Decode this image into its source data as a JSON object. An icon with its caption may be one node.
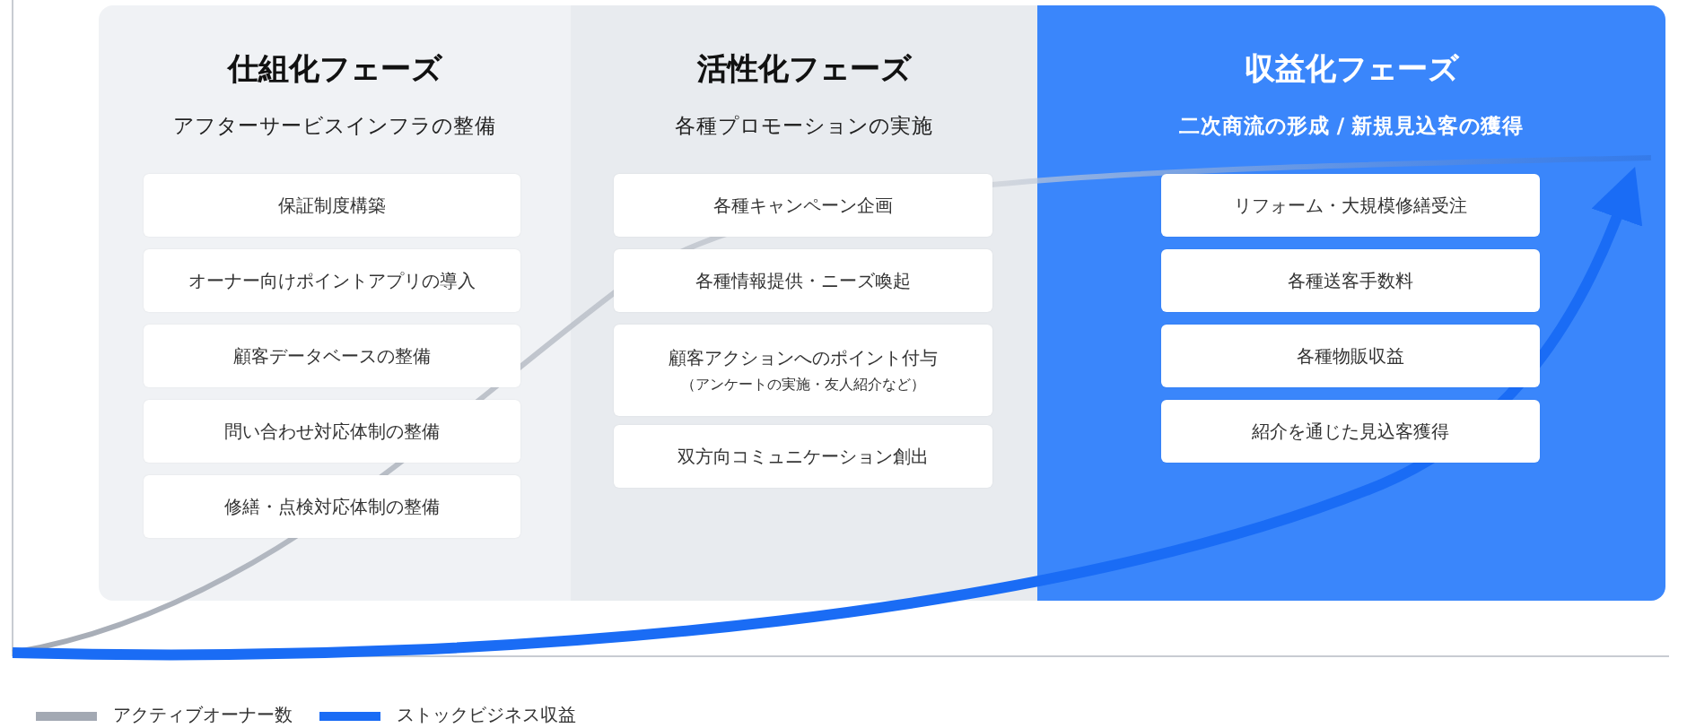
{
  "diagram": {
    "nodes": [
      {
        "text": [
          "仕組化フェーズ",
          "アフターサービスインフラの整備"
        ]
      },
      {
        "text": [
          "保証制度構築"
        ],
        "in": 0
      },
      {
        "text": [
          "オーナー向けポイントアプリの導入"
        ],
        "in": 0
      },
      {
        "text": [
          "顧客データベースの整備"
        ],
        "in": 0
      },
      {
        "text": [
          "問い合わせ対応体制の整備"
        ],
        "in": 0
      },
      {
        "text": [
          "修繕・点検対応体制の整備"
        ],
        "in": 0
      },
      {
        "text": [
          "活性化フェーズ",
          "各種プロモーションの実施"
        ]
      },
      {
        "text": [
          "各種キャンペーン企画"
        ],
        "in": 6
      },
      {
        "text": [
          "各種情報提供・ニーズ喚起"
        ],
        "in": 6
      },
      {
        "text": [
          "顧客アクションへのポイント付与",
          "（アンケートの実施・友人紹介など）"
        ],
        "in": 6
      },
      {
        "text": [
          "双方向コミュニケーション創出"
        ],
        "in": 6
      },
      {
        "text": [
          "収益化フェーズ",
          "二次商流の形成 / 新規見込客の獲得"
        ]
      },
      {
        "text": [
          "リフォーム・大規模修繕受注"
        ],
        "in": 11
      },
      {
        "text": [
          "各種送客手数料"
        ],
        "in": 11
      },
      {
        "text": [
          "各種物販収益"
        ],
        "in": 11
      },
      {
        "text": [
          "紹介を通じた見込客獲得"
        ],
        "in": 11
      }
    ],
    "legend": [
      {
        "text": "アクティブオーナー数",
        "color": "#a3a9b3"
      },
      {
        "text": "ストックビジネス収益",
        "color": "#1a6cf5"
      }
    ]
  }
}
